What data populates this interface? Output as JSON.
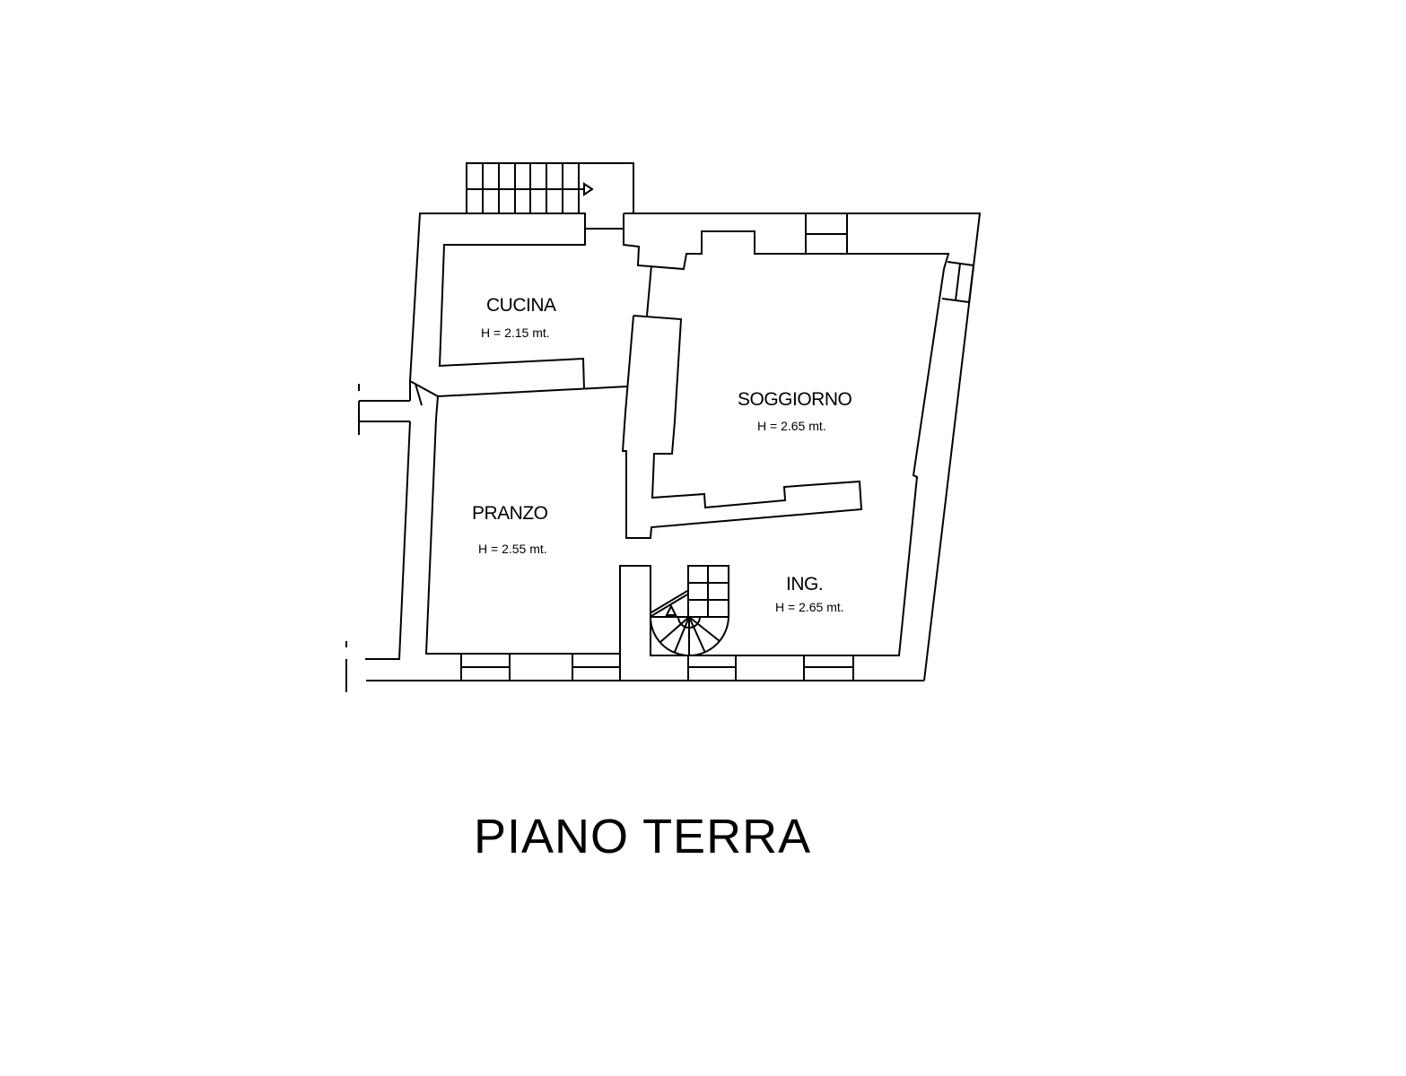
{
  "plan": {
    "title": "PIANO TERRA",
    "rooms": [
      {
        "name": "CUCINA",
        "height": "H = 2.15 mt."
      },
      {
        "name": "SOGGIORNO",
        "height": "H = 2.65 mt."
      },
      {
        "name": "PRANZO",
        "height": "H = 2.55 mt."
      },
      {
        "name": "ING.",
        "height": "H = 2.65 mt."
      }
    ]
  }
}
